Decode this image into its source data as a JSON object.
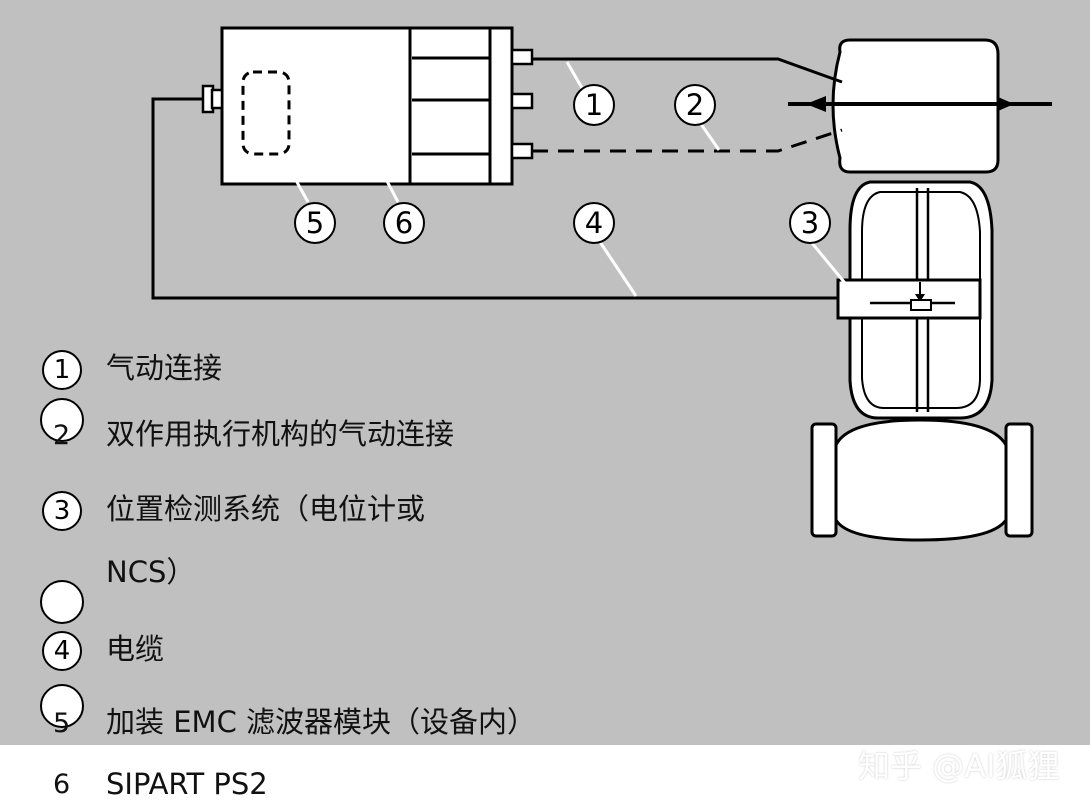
{
  "diagram": {
    "callouts": [
      "1",
      "2",
      "3",
      "4",
      "5",
      "6"
    ]
  },
  "legend": {
    "items": [
      {
        "num": "1",
        "text": "气动连接"
      },
      {
        "num": "2",
        "text": "双作用执行机构的气动连接"
      },
      {
        "num": "3",
        "text": "位置检测系统（电位计或"
      },
      {
        "num": "",
        "text": "NCS）"
      },
      {
        "num": "4",
        "text": "电缆"
      },
      {
        "num": "5",
        "text": "加装 EMC 滤波器模块（设备内）"
      },
      {
        "num": "6",
        "text": "SIPART PS2"
      }
    ]
  },
  "watermark": "知乎 @AI狐狸",
  "colors": {
    "figure_background": "#c0c0c0",
    "line": "#000000",
    "fill": "#ffffff"
  }
}
